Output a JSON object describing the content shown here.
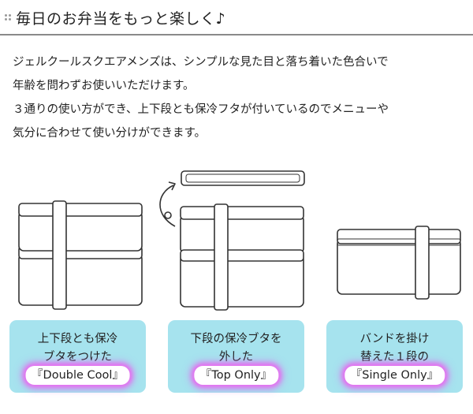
{
  "header": {
    "title": "毎日のお弁当をもっと楽しく♪"
  },
  "intro": {
    "lines": [
      "ジェルクールスクエアメンズは、シンプルな見た目と落ち着いた色合いで",
      "年齢を問わずお使いいただけます。",
      "３通りの使い方ができ、上下段とも保冷フタが付いているのでメニューや",
      "気分に合わせて使い分けができます。"
    ]
  },
  "cards": [
    {
      "line1": "上下段とも保冷",
      "line2": "ブタをつけた",
      "name": "『Double Cool』"
    },
    {
      "line1": "下段の保冷ブタを",
      "line2": "外した",
      "name": "『Top Only』"
    },
    {
      "line1": "バンドを掛け",
      "line2": "替えた１段の",
      "name": "『Single Only』"
    }
  ],
  "colors": {
    "card_bg": "#a6e3ee",
    "highlight_glow": "#e96bf0",
    "rule": "#8a8a8a"
  }
}
